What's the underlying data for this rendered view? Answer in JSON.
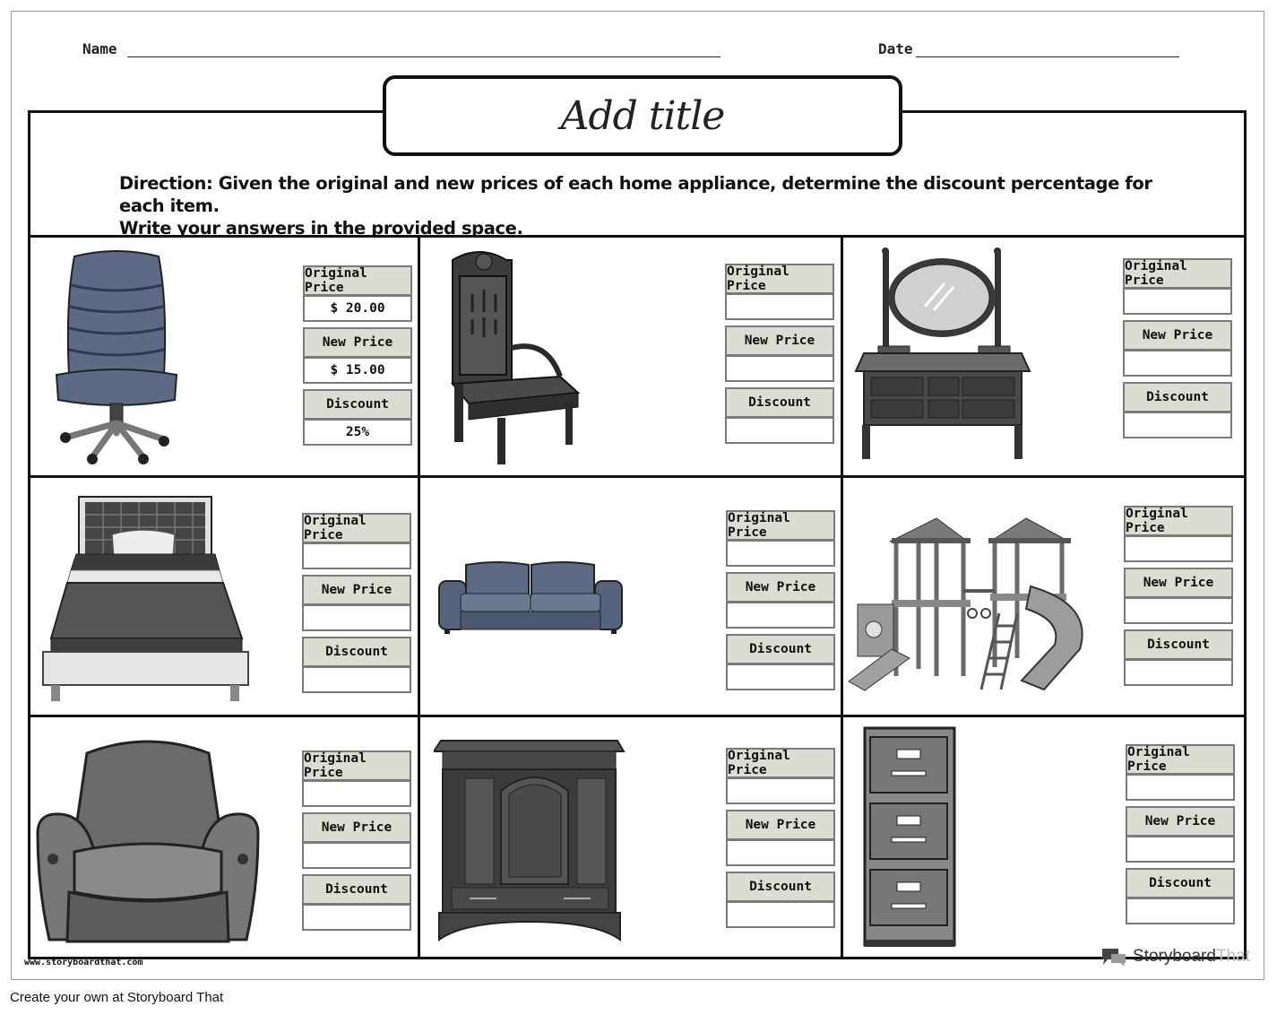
{
  "header": {
    "name_label": "Name",
    "date_label": "Date"
  },
  "title": "Add title",
  "direction": {
    "line1": "Direction: Given the original and new prices of each home appliance, determine the discount percentage for each item.",
    "line2": "Write your answers in the provided space."
  },
  "labels": {
    "original": "Original Price",
    "new": "New Price",
    "discount": "Discount"
  },
  "items": [
    {
      "icon": "office-chair-icon",
      "original": "$ 20.00",
      "new": "$ 15.00",
      "discount": "25%"
    },
    {
      "icon": "antique-chair-icon",
      "original": "",
      "new": "",
      "discount": ""
    },
    {
      "icon": "vanity-mirror-icon",
      "original": "",
      "new": "",
      "discount": ""
    },
    {
      "icon": "bed-icon",
      "original": "",
      "new": "",
      "discount": ""
    },
    {
      "icon": "sofa-icon",
      "original": "",
      "new": "",
      "discount": ""
    },
    {
      "icon": "playground-icon",
      "original": "",
      "new": "",
      "discount": ""
    },
    {
      "icon": "armchair-icon",
      "original": "",
      "new": "",
      "discount": ""
    },
    {
      "icon": "wardrobe-icon",
      "original": "",
      "new": "",
      "discount": ""
    },
    {
      "icon": "filing-cabinet-icon",
      "original": "",
      "new": "",
      "discount": ""
    }
  ],
  "watermark": "www.storyboardthat.com",
  "brand": {
    "part1": "Storyboard",
    "part2": "That"
  },
  "footer": "Create your own at Storyboard That"
}
